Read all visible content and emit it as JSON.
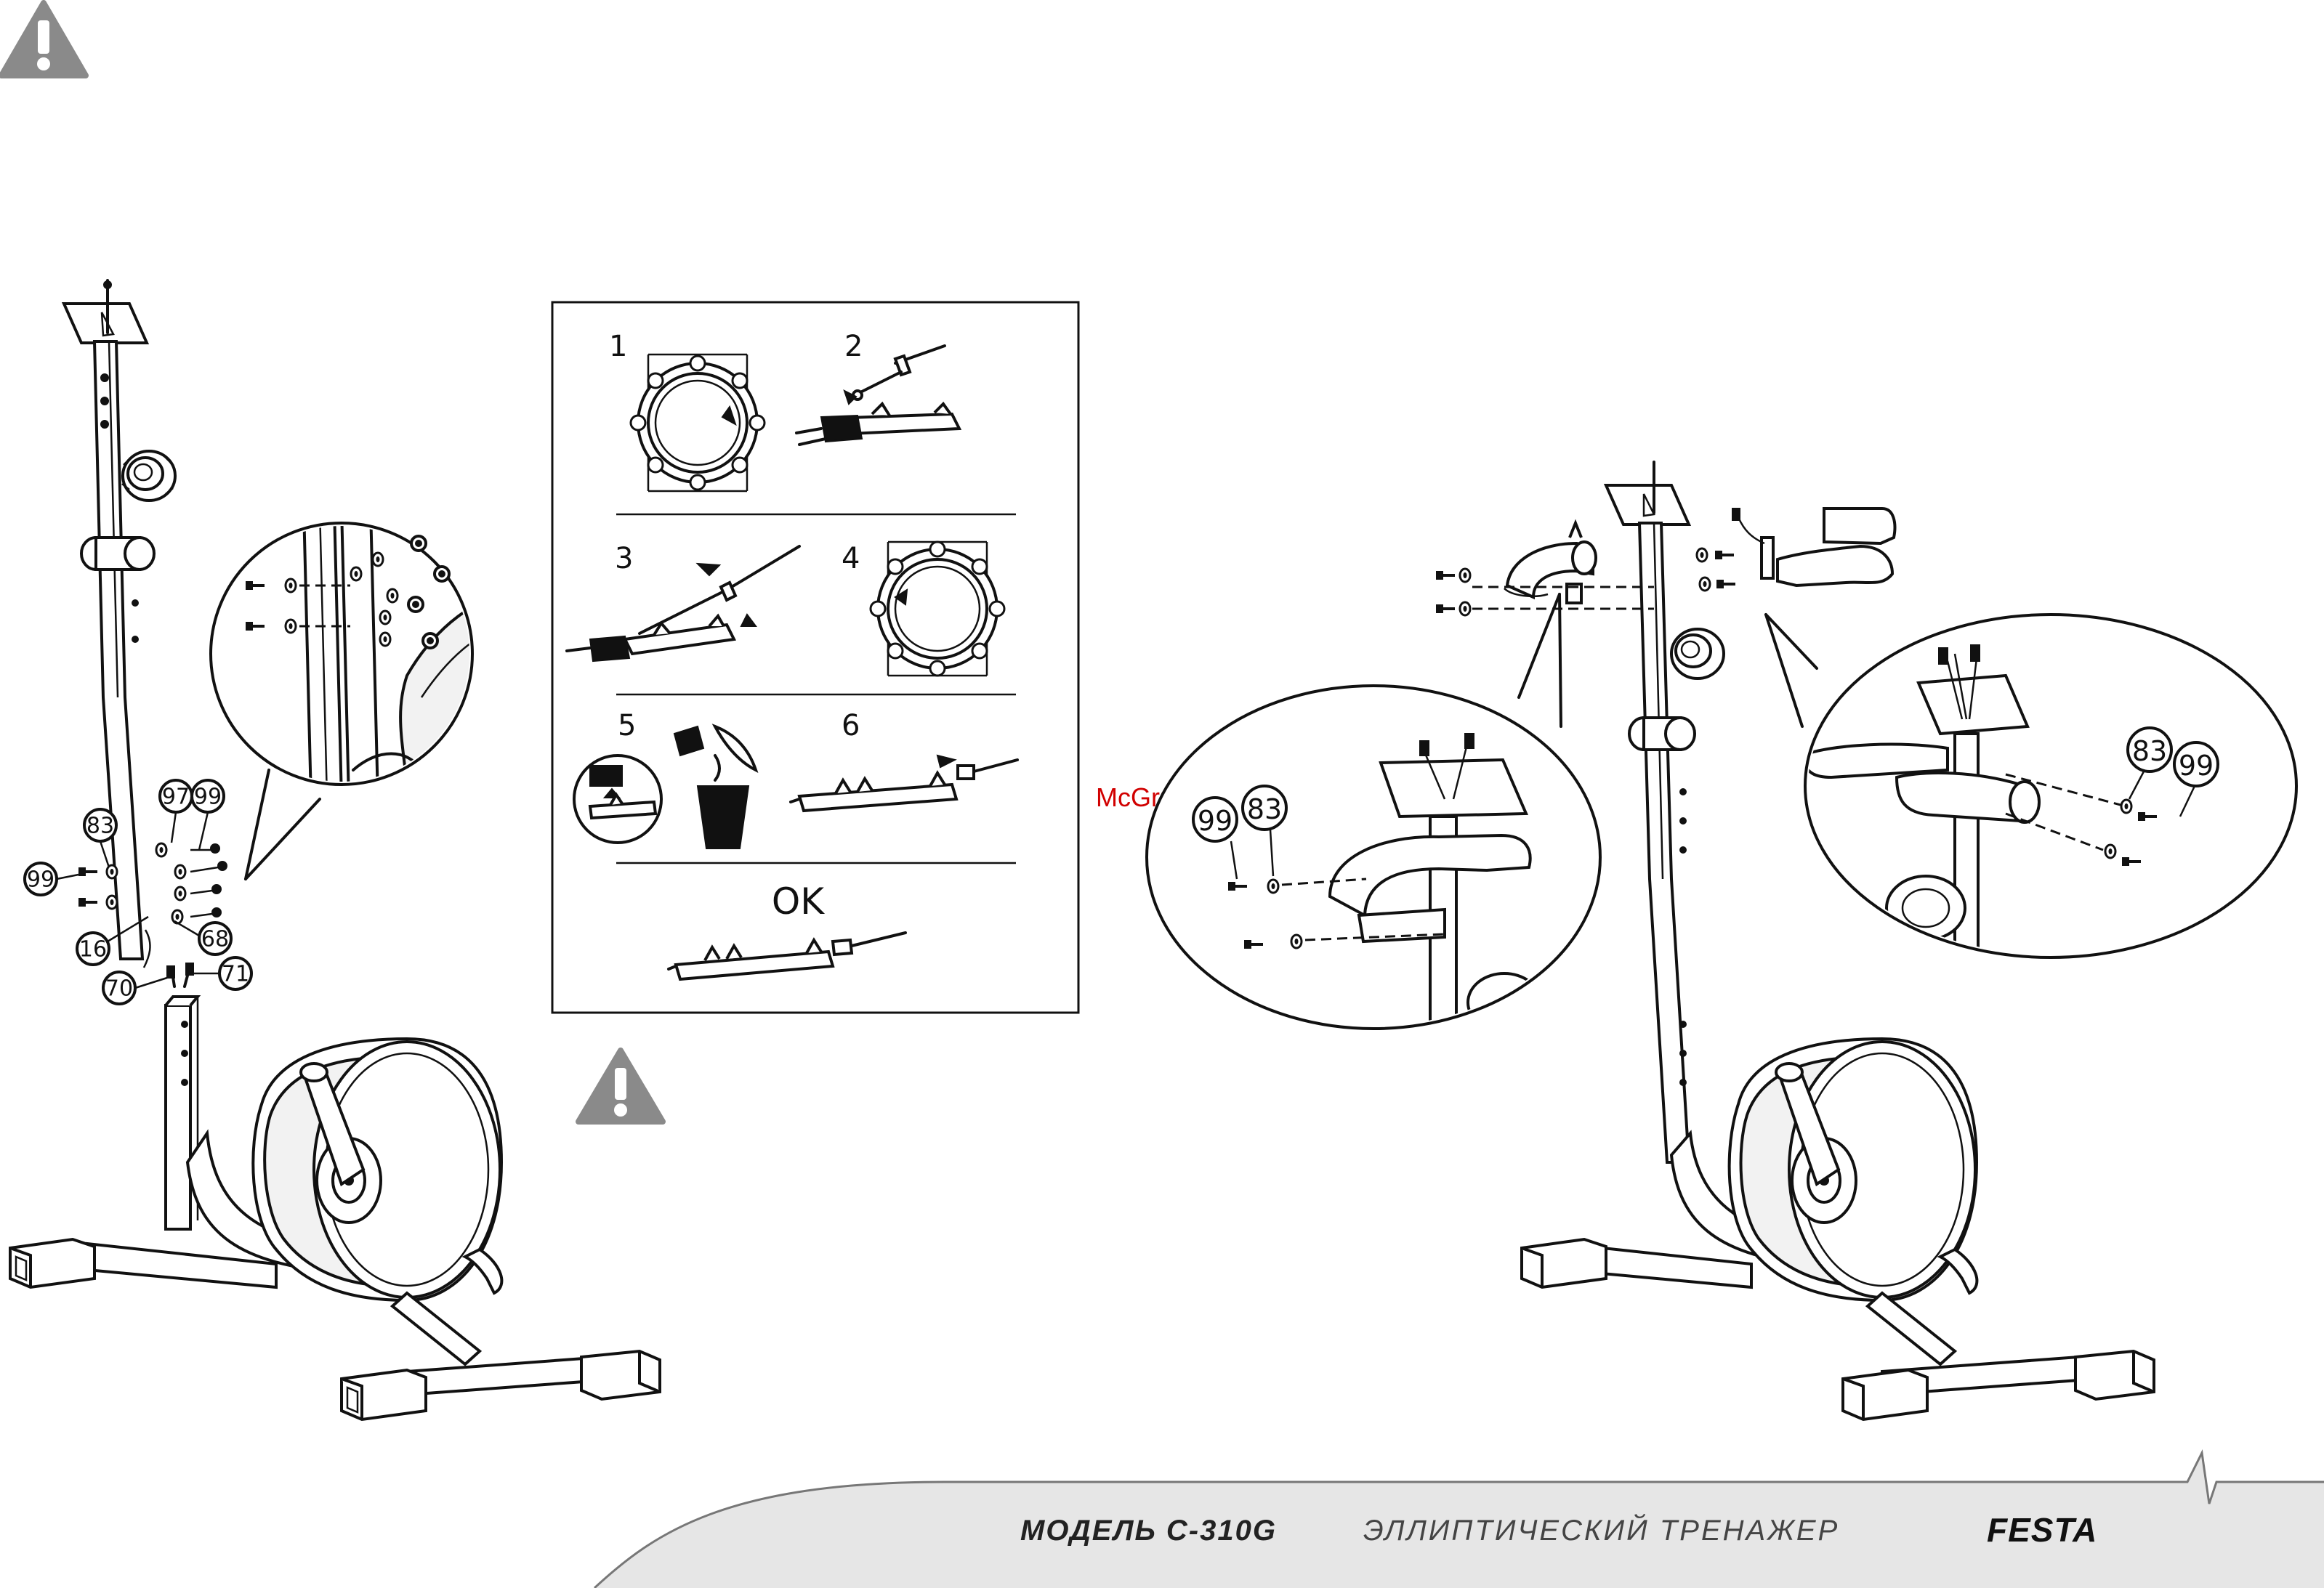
{
  "icons": {
    "warning_top": "warning-triangle-icon",
    "warning_mid": "warning-triangle-icon"
  },
  "colors": {
    "warning_gray": "#8a8a8a",
    "watermark_red": "#d10000",
    "footer_band": "#e6e6e6"
  },
  "watermark": "McGrp.Ru",
  "part_labels": {
    "left": [
      "97",
      "99",
      "83",
      "99",
      "16",
      "68",
      "70",
      "71"
    ],
    "right_zoom_left": [
      "99",
      "83"
    ],
    "right_zoom_right": [
      "83",
      "99"
    ]
  },
  "steps": [
    "1",
    "2",
    "3",
    "4",
    "5",
    "6"
  ],
  "ok_label": "OK",
  "footer": {
    "model": "МОДЕЛЬ C-310G",
    "description": "ЭЛЛИПТИЧЕСКИЙ ТРЕНАЖЕР",
    "brand": "FESTA"
  }
}
